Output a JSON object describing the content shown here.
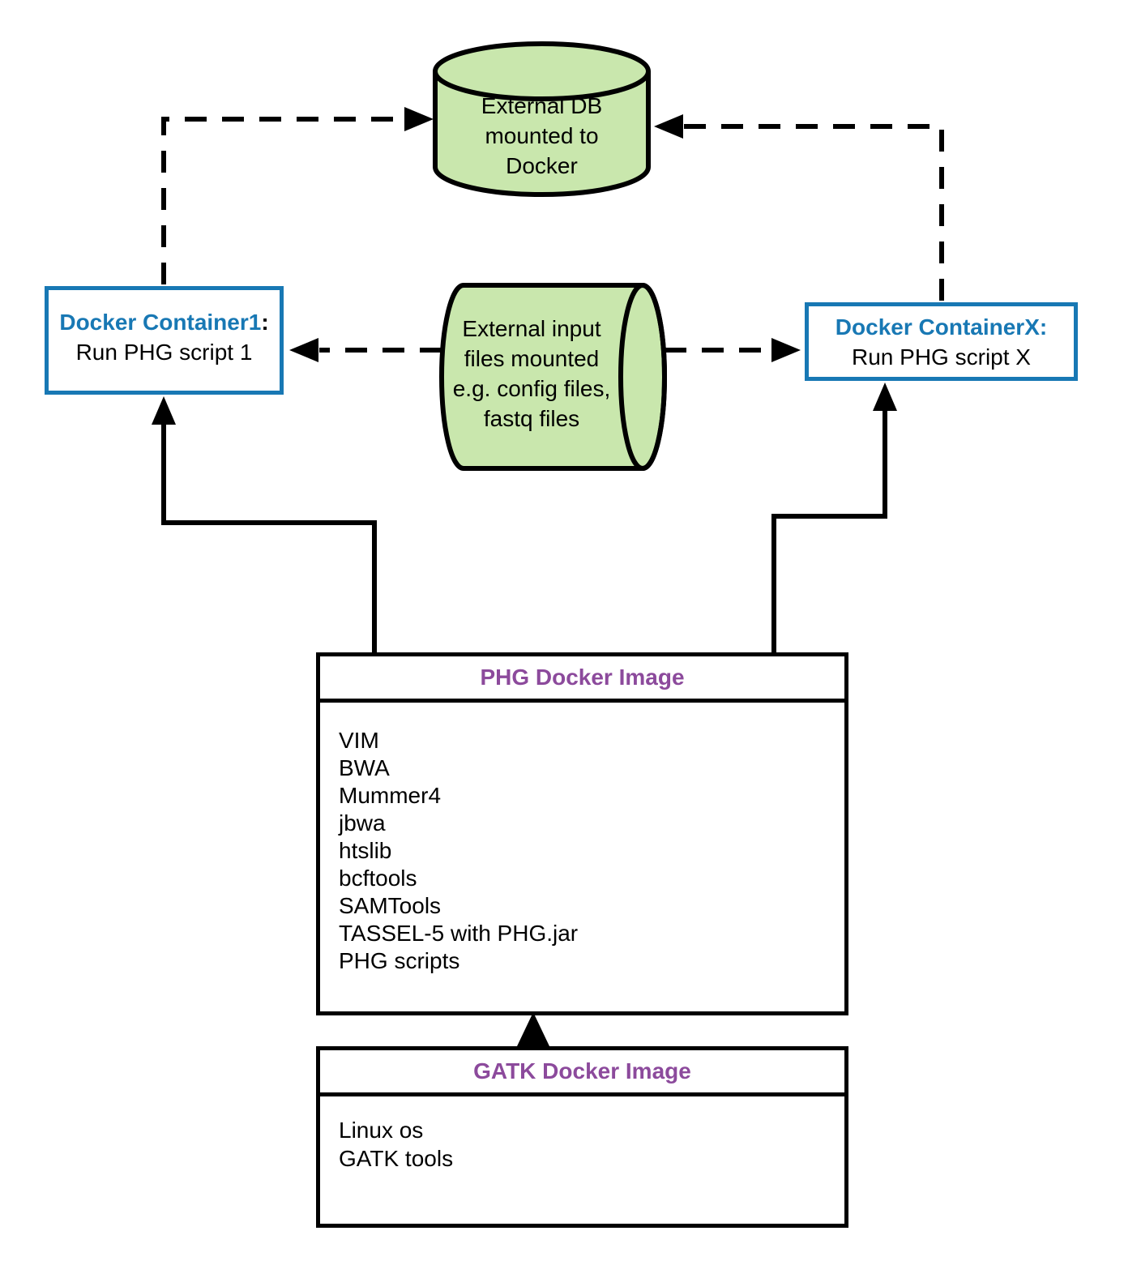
{
  "colors": {
    "accent_blue": "#1878b4",
    "purple": "#8c4a9c",
    "green_fill": "#c9e7ad",
    "line": "#000000"
  },
  "nodes": {
    "external_db": {
      "label": "External DB\nmounted to\nDocker"
    },
    "external_input": {
      "label": "External input\nfiles  mounted\ne.g. config files,\nfastq files"
    },
    "container1": {
      "title": "Docker Container1",
      "colon": ":",
      "subtitle": "Run PHG script 1"
    },
    "containerX": {
      "title": "Docker ContainerX:",
      "subtitle": "Run PHG script X"
    },
    "phg_image": {
      "title": "PHG Docker Image",
      "items": [
        "VIM",
        "BWA",
        "Mummer4",
        "jbwa",
        "htslib",
        "bcftools",
        "SAMTools",
        "TASSEL-5 with PHG.jar",
        "PHG scripts"
      ]
    },
    "gatk_image": {
      "title": "GATK Docker Image",
      "items": [
        "Linux os",
        "GATK tools"
      ]
    }
  }
}
